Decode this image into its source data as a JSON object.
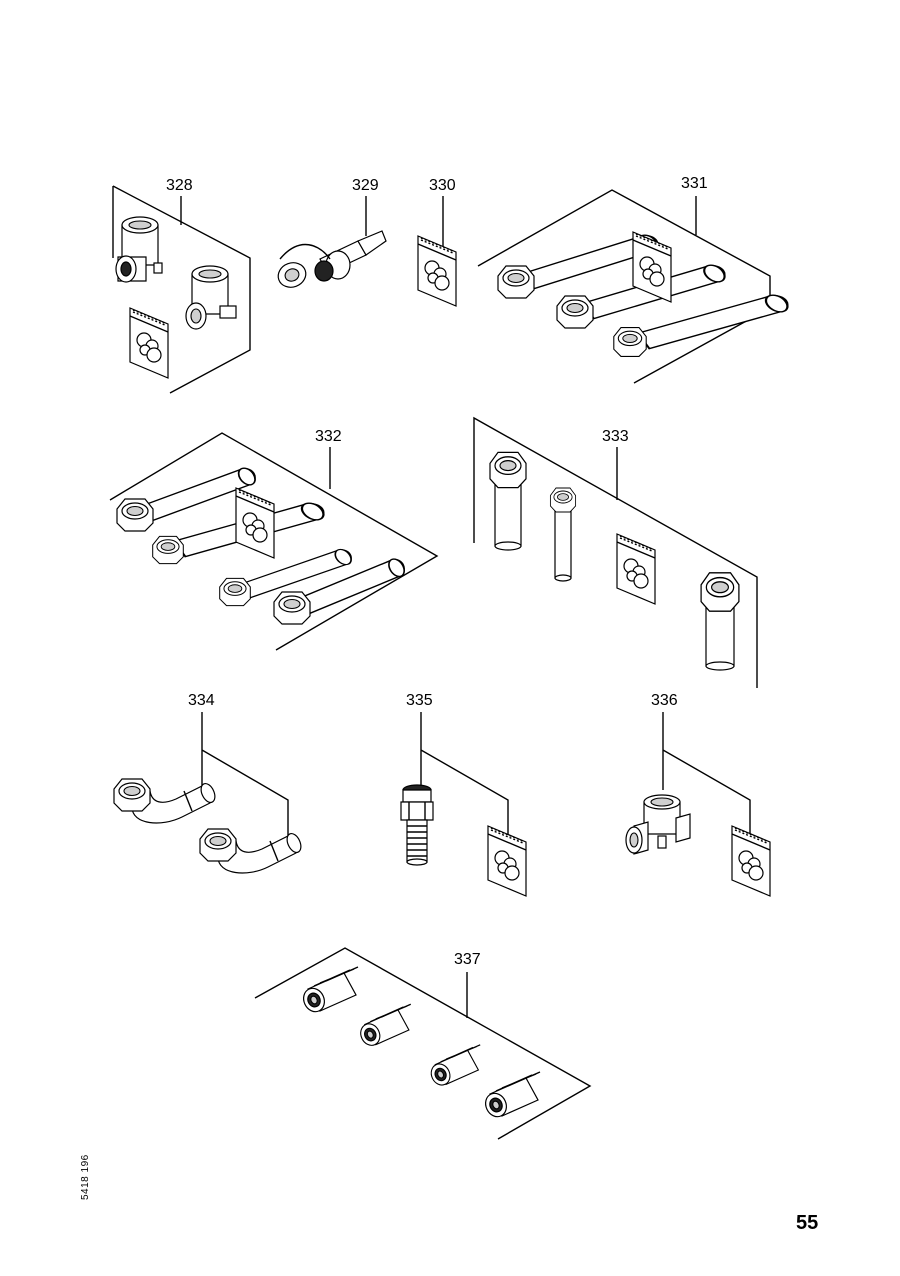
{
  "page": {
    "number": "55",
    "document_code": "5418 196"
  },
  "parts": [
    {
      "id": "328",
      "label": "328"
    },
    {
      "id": "329",
      "label": "329"
    },
    {
      "id": "330",
      "label": "330"
    },
    {
      "id": "331",
      "label": "331"
    },
    {
      "id": "332",
      "label": "332"
    },
    {
      "id": "333",
      "label": "333"
    },
    {
      "id": "334",
      "label": "334"
    },
    {
      "id": "335",
      "label": "335"
    },
    {
      "id": "336",
      "label": "336"
    },
    {
      "id": "337",
      "label": "337"
    }
  ]
}
